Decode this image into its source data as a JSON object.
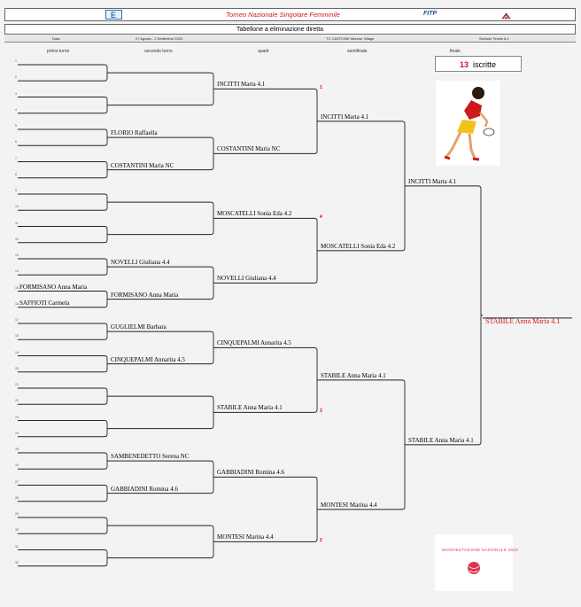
{
  "header": {
    "logo_text": "E",
    "title": "Torneo Nazionale Singolare Femminile",
    "federation_logo_text": "FITP",
    "subtitle": "Tabellone a eliminazione diretta"
  },
  "info_row": {
    "data_label": "Data",
    "dates": "27 Agosto - 2 Settembre 2023",
    "club": "TC CASTIONE Marche Village",
    "sector": "Sezione Tennis 8.1"
  },
  "columns": [
    "primo turno",
    "secondo turno",
    "quarti",
    "semifinale",
    "finale"
  ],
  "entries_count": "13",
  "entries_label": "iscritte",
  "first_round": [
    {
      "num": "1",
      "name": ""
    },
    {
      "num": "2",
      "name": ""
    },
    {
      "num": "3",
      "name": ""
    },
    {
      "num": "4",
      "name": ""
    },
    {
      "num": "5",
      "name": ""
    },
    {
      "num": "6",
      "name": ""
    },
    {
      "num": "7",
      "name": ""
    },
    {
      "num": "8",
      "name": ""
    },
    {
      "num": "9",
      "name": ""
    },
    {
      "num": "10",
      "name": ""
    },
    {
      "num": "11",
      "name": ""
    },
    {
      "num": "12",
      "name": ""
    },
    {
      "num": "13",
      "name": ""
    },
    {
      "num": "14",
      "name": ""
    },
    {
      "num": "15",
      "name": "FORMISANO Anna Maria"
    },
    {
      "num": "16",
      "name": "SAFFIOTI Carmela"
    },
    {
      "num": "17",
      "name": ""
    },
    {
      "num": "18",
      "name": ""
    },
    {
      "num": "19",
      "name": ""
    },
    {
      "num": "20",
      "name": ""
    },
    {
      "num": "21",
      "name": ""
    },
    {
      "num": "22",
      "name": ""
    },
    {
      "num": "23",
      "name": ""
    },
    {
      "num": "24",
      "name": ""
    },
    {
      "num": "25",
      "name": ""
    },
    {
      "num": "26",
      "name": ""
    },
    {
      "num": "27",
      "name": ""
    },
    {
      "num": "28",
      "name": ""
    },
    {
      "num": "29",
      "name": ""
    },
    {
      "num": "30",
      "name": ""
    },
    {
      "num": "31",
      "name": ""
    },
    {
      "num": "32",
      "name": ""
    }
  ],
  "second_round": [
    "",
    "",
    "FLORIO Raffaella",
    "COSTANTINI Maria NC",
    "",
    "",
    "NOVELLI Giuliana 4.4",
    "FORMISANO Anna Maria",
    "GUGLIELMI Barbara",
    "CINQUEPALMI Annarita 4.5",
    "",
    "",
    "SAMBENEDETTO Serena NC",
    "GABBIADINI Romina 4.6",
    "",
    ""
  ],
  "quarters": [
    {
      "name": "INCITTI Marta 4.1",
      "seed": "1"
    },
    {
      "name": "COSTANTINI Maria NC",
      "seed": ""
    },
    {
      "name": "MOSCATELLI Sonia Eda 4.2",
      "seed": "4"
    },
    {
      "name": "NOVELLI Giuliana 4.4",
      "seed": ""
    },
    {
      "name": "CINQUEPALMI Annarita 4.5",
      "seed": ""
    },
    {
      "name": "STABILE Anna Maria 4.1",
      "seed": "3"
    },
    {
      "name": "GABBIADINI Romina 4.6",
      "seed": ""
    },
    {
      "name": "MONTESI Marina 4.4",
      "seed": "2"
    }
  ],
  "semis": [
    "INCITTI Marta 4.1",
    "MOSCATELLI Sonia Eda 4.2",
    "STABILE Anna Maria 4.1",
    "MONTESI Marina 4.4"
  ],
  "finalists": [
    "INCITTI Marta 4.1",
    "STABILE Anna Maria 4.1"
  ],
  "winner": "STABILE Anna Maria 4.1",
  "stamp_text": "MANIFESTAZIONE NAZIONALE 2023",
  "colors": {
    "winner": "#d01818",
    "seed": "#dd1111",
    "title": "#c81e1e",
    "entries_count": "#d01818"
  }
}
